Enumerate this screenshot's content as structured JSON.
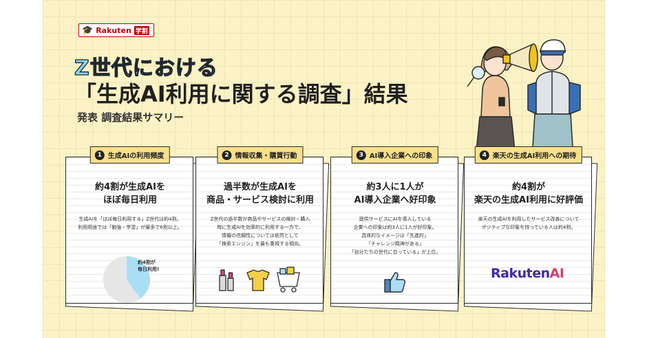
{
  "brand": {
    "badge_text": "Rakuten",
    "badge_suffix": "学割"
  },
  "header": {
    "title_line1": "Z世代における",
    "title_line2": "「生成AI利用に関する調査」結果",
    "subtitle": "発表 調査結果サマリー"
  },
  "cards": [
    {
      "number": "1",
      "label": "生成AIの利用頻度",
      "headline": [
        "約4割が生成AIを",
        "ほぼ毎日利用"
      ],
      "body": [
        "生成AIを「ほぼ毎日利用する」Z世代は約4割。",
        "利用用途では「勉強・学習」が最多で6割以上。"
      ],
      "pie_label": [
        "約4割が",
        "毎日利用!"
      ]
    },
    {
      "number": "2",
      "label": "情報収集・購買行動",
      "headline": [
        "過半数が生成AIを",
        "商品・サービス検討に利用"
      ],
      "body": [
        "Z世代の過半数が商品やサービスの検討・購入",
        "時に生成AIを効率的に利用する一方で、",
        "情報の信頼性については依然として",
        "「検索エンジン」を最も重視する傾向。"
      ]
    },
    {
      "number": "3",
      "label": "AI導入企業への印象",
      "headline": [
        "約3人に1人が",
        "AI導入企業へ好印象"
      ],
      "body": [
        "提供サービスにAIを導入している",
        "企業への印象は約3人に1人が好印象。",
        "具体的なイメージは「先進的」",
        "「チャレンジ精神がある」",
        "「自分たちの世代に合っている」が上位。"
      ]
    },
    {
      "number": "4",
      "label": "楽天の生成AI利用への期待",
      "headline": [
        "約4割が",
        "楽天の生成AI利用に好評価"
      ],
      "body": [
        "楽天の生成AIを利用したサービス改善について",
        "ポジティブな印象を持っている人は約4割。"
      ],
      "logo_main": "Rakuten",
      "logo_ai": "AI"
    }
  ],
  "chart_data": {
    "type": "pie",
    "values": [
      40,
      60
    ],
    "colors": [
      "#a9def6",
      "#e6e6e6"
    ]
  }
}
